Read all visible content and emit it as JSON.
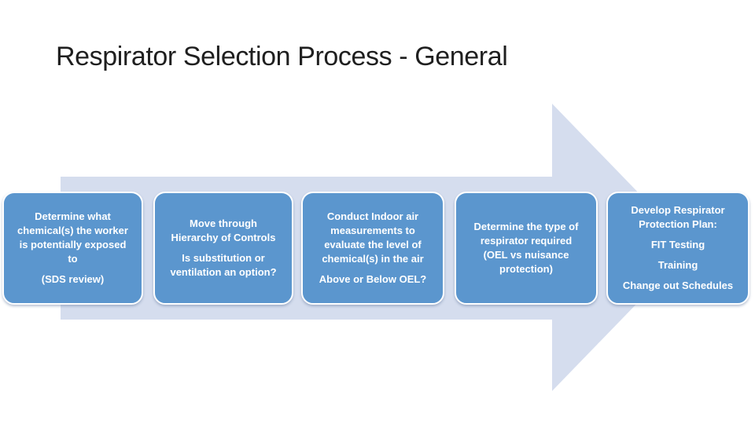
{
  "slide": {
    "title": "Respirator Selection Process - General"
  },
  "colors": {
    "background": "#FFFFFF",
    "box_fill": "#5B96CE",
    "box_border": "#FFFFFF",
    "box_text": "#FFFFFF",
    "arrow_fill": "#D5DDEE",
    "title_color": "#1F1F1F"
  },
  "process": {
    "steps": [
      {
        "paragraphs": [
          "Determine what\nchemical(s) the worker\nis potentially exposed\nto",
          "(SDS review)"
        ]
      },
      {
        "paragraphs": [
          "Move through\nHierarchy of Controls",
          "Is substitution or\nventilation an option?"
        ]
      },
      {
        "paragraphs": [
          "Conduct Indoor air\nmeasurements to\nevaluate the level of\nchemical(s) in the air",
          "Above or Below OEL?"
        ]
      },
      {
        "paragraphs": [
          "Determine the type of\nrespirator required\n(OEL vs nuisance\nprotection)"
        ]
      },
      {
        "paragraphs": [
          "Develop Respirator\nProtection Plan:",
          "FIT Testing",
          "Training",
          "Change out Schedules"
        ]
      }
    ]
  }
}
